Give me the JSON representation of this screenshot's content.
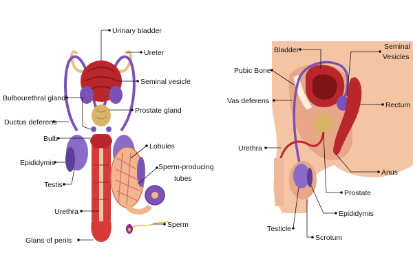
{
  "left_labels": {
    "urinary_bladder": "Urinary bladder",
    "ureter": "Ureter",
    "seminal_vesicle": "Seminal vesicle",
    "prostate_gland": "Prostate gland",
    "bulbourethral_gland": "Bulbourethral gland",
    "ductus_deferens": "Ductus deferens",
    "bulb": "Bulb",
    "epididymis": "Epididymis",
    "testis": "Testis",
    "lobules": "Lobules",
    "sperm_producing_line1": "Sperm-producing",
    "sperm_producing_line2": "tubes",
    "urethra": "Urethra",
    "glans_of_penis": "Glans of penis",
    "sperm": "Sperm"
  },
  "right_labels": {
    "bladder": "Bladder",
    "pubic_bone": "Pubic Bone",
    "vas_deferens": "Vas deferens",
    "urethra": "Urethra",
    "seminal_line1": "Seminal",
    "seminal_line2": "Vesicles",
    "rectum": "Rectum",
    "anus": "Anus",
    "prostate": "Prostate",
    "epididymis": "Epididymis",
    "testicle": "Testicle",
    "scrotum": "Scrotum"
  },
  "colors": {
    "bladder_red": "#b9262c",
    "muscle_red": "#d63a3a",
    "prostate_tan": "#d9b36a",
    "duct_purple": "#7b52b5",
    "skin_peach": "#f4c4a3",
    "skin_dark": "#e9a78a",
    "testis_purple": "#8b6bc8"
  }
}
